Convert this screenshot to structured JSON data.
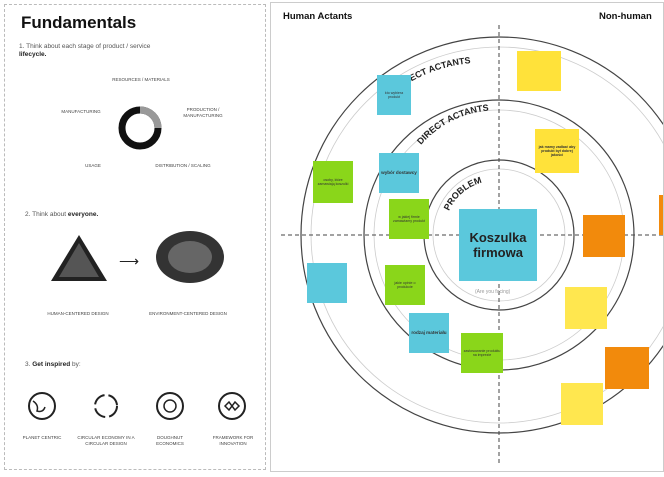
{
  "left": {
    "title": "Fundamentals",
    "step1": {
      "num": "1.",
      "text": "Think about each stage of product / service",
      "bold": "lifecycle."
    },
    "lifecycle": {
      "resources": "RESOURCES / MATERIALS",
      "production": "PRODUCTION / MANUFACTURING",
      "manufacturing": "MANUFACTURING",
      "usage": "USAGE",
      "distribution": "DISTRIBUTION / SCALING"
    },
    "step2": {
      "num": "2.",
      "text": "Think about",
      "bold": "everyone."
    },
    "human_centered": "HUMAN-CENTERED DESIGN",
    "env_centered": "ENVIRONMENT-CENTERED DESIGN",
    "step3": {
      "num": "3.",
      "bold": "Get inspired",
      "text": "by:"
    },
    "inspired": [
      {
        "label": "PLANET CENTRIC",
        "icon": "globe-icon"
      },
      {
        "label": "CIRCULAR ECONOMY IN A CIRCULAR DESIGN",
        "icon": "circular-arrows-icon"
      },
      {
        "label": "DOUGHNUT ECONOMICS",
        "icon": "doughnut-icon"
      },
      {
        "label": "FRAMEWORK FOR INNOVATION",
        "icon": "infinity-icon"
      }
    ]
  },
  "map": {
    "human_actants": "Human Actants",
    "non_human": "Non-human",
    "indirect_actants": "INDIRECT ACTANTS",
    "direct_actants": "DIRECT ACTANTS",
    "problem": "PROBLEM",
    "center_title": "Koszulka firmowa",
    "center_sub": "(Are you facing)",
    "notes": [
      {
        "text": "kto wybiera produkt",
        "color": "cyan"
      },
      {
        "text": "wybór dostawcy",
        "color": "cyan"
      },
      {
        "text": "rodzaj materiału",
        "color": "cyan"
      },
      {
        "text": "osoby, które zamawiają koszulki",
        "color": "green"
      },
      {
        "text": "w jakiej firmie zamawiamy produkt",
        "color": "green"
      },
      {
        "text": "jakie opinie o produkcie",
        "color": "green"
      },
      {
        "text": "zastosowanie produktu na imprezie",
        "color": "green"
      },
      {
        "text": "jak mamy zadbać aby produkt był dobrej jakości",
        "color": "yellow"
      }
    ]
  }
}
